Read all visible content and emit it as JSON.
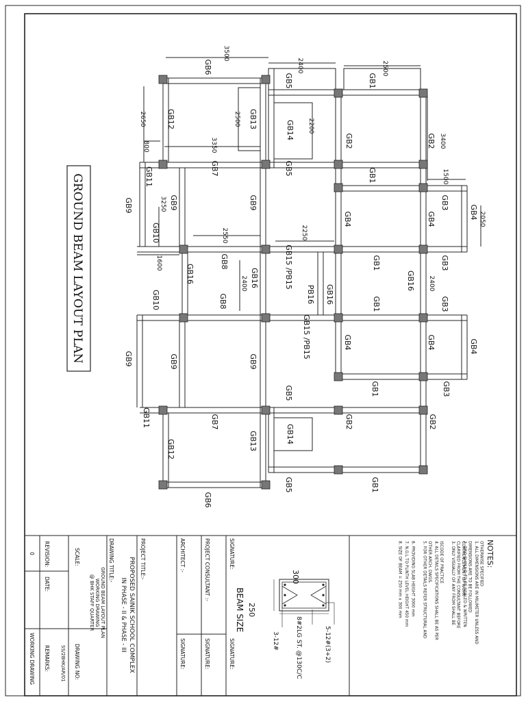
{
  "plan_title": "GROUND BEAM LAYOUT PLAN",
  "beam_labels": {
    "gb1": "GB1",
    "gb2": "GB2",
    "gb3": "GB3",
    "gb4": "GB4",
    "gb5": "GB5",
    "gb6": "GB6",
    "gb7": "GB7",
    "gb8": "GB8",
    "gb9": "GB9",
    "gb10": "GB10",
    "gb11": "GB11",
    "gb12": "GB12",
    "gb13": "GB13",
    "gb14": "GB14",
    "gb15": "GB15 /PB15",
    "gb16": "GB16",
    "pb16": "PB16"
  },
  "dimensions": {
    "d3500": "3500",
    "d2400": "2400",
    "d2500": "2500",
    "d2650": "2650",
    "d800": "800",
    "d3350": "3350",
    "d2200": "2200",
    "d3400": "3400",
    "d1500": "1500",
    "d2050": "2050",
    "d3250": "3250",
    "d2550": "2550",
    "d2250": "2250",
    "d1600": "1600"
  },
  "notes": {
    "heading": "NOTES:",
    "items": [
      "1. ALL DIMENSIONS ARE IN MILIMETER UNLESS AND OTHERWISE SPECIFIED",
      "2. DRG SHOULD TO BE SCALED & WRITTEN DIMENSIONS ARE TO BE FOLLOWED",
      "3. ONLY VISUALLY OF ANY FROM SHALL BE CLARIFIED FROM THE CONSULTANT BEFORE COMMENCEMENT OF WORK",
      "4. ALL DETAILS SPECIFICATIONS SHALL BE AS PER ISCODE OF PRACTICE",
      "5. FOR OTHER DETAILS REFER STRUCTURAL AND OTHER ARCH. DWGS.",
      "6. PROVIDING SLAB HEIGHT 3000 mm",
      "7. N.G.L TO PLINTH LEVEL HEIGHT 450 mm",
      "8. SIZE OF BEAM = 250 mm x 300 mm"
    ]
  },
  "beam_size": {
    "title": "BEAM SIZE",
    "width": "250",
    "depth": "300",
    "top_bars": "5-12#(3+2)",
    "stirrups": "8#2LG ST. @130C/C",
    "bottom_bars": "3-12#"
  },
  "title_block": {
    "signature_left": "SIGNATURE:",
    "signature_right": "SIGNATURE:",
    "consultant_label": "PROJECT CONSULTANT :-",
    "consultant_sig": "SIGNATURE:",
    "architect_label": "ARCHITECT :-",
    "architect_sig": "SIGNATURE:",
    "project_title_label": "PROJECT TITLE:-",
    "project_title_line1": "PROPOSED SAINIK SCHOOL COMPLEX",
    "project_title_line2": "IN PHASE - II & PHASE - III",
    "drawing_title_label": "DRAWING TITLE:-",
    "drawing_title_line1": "GROUND BEAM LAYOUT PLAN",
    "drawing_title_line2": "WORKING DRAWING",
    "drawing_title_line3": "@ BHK STAFF QUARTER",
    "scale_label": "SCALE:",
    "drawing_no_label": "DRAWING NO:",
    "drawing_no_value": "SS/2BHK/AR/01",
    "revision_label": "REVISION:",
    "date_label": "DATE:",
    "remarks_label": "REMARKS:",
    "revision_value": "0",
    "remarks_value": "WORKING DRAWING"
  }
}
